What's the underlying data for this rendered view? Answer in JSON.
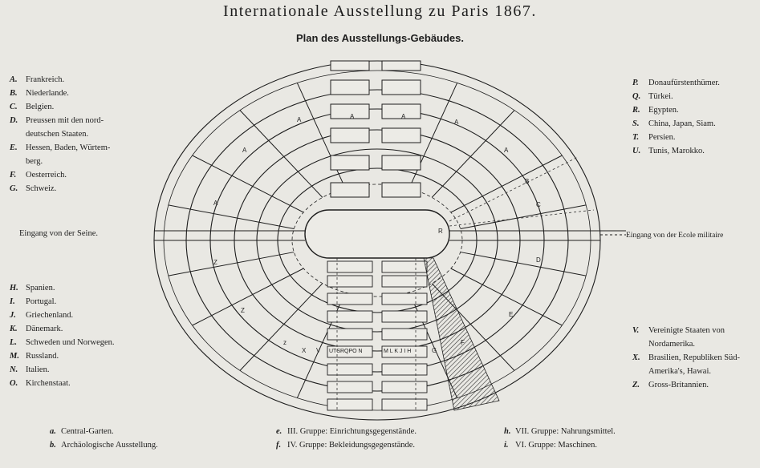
{
  "title": "Internationale Ausstellung zu Paris 1867.",
  "subtitle": "Plan des Ausstellungs-Gebäudes.",
  "legend_left_top": [
    {
      "key": "A.",
      "text": "Frankreich."
    },
    {
      "key": "B.",
      "text": "Niederlande."
    },
    {
      "key": "C.",
      "text": "Belgien."
    },
    {
      "key": "D.",
      "text": "Preussen mit den nord-"
    },
    {
      "key": "",
      "text": "deutschen Staaten."
    },
    {
      "key": "E.",
      "text": "Hessen, Baden, Würtem-"
    },
    {
      "key": "",
      "text": "berg."
    },
    {
      "key": "F.",
      "text": "Oesterreich."
    },
    {
      "key": "G.",
      "text": "Schweiz."
    }
  ],
  "legend_left_bottom": [
    {
      "key": "H.",
      "text": "Spanien."
    },
    {
      "key": "I.",
      "text": "Portugal."
    },
    {
      "key": "J.",
      "text": "Griechenland."
    },
    {
      "key": "K.",
      "text": "Dänemark."
    },
    {
      "key": "L.",
      "text": "Schweden und Norwegen."
    },
    {
      "key": "M.",
      "text": "Russland."
    },
    {
      "key": "N.",
      "text": "Italien."
    },
    {
      "key": "O.",
      "text": "Kirchenstaat."
    }
  ],
  "legend_right_top": [
    {
      "key": "P.",
      "text": "Donaufürstenthümer."
    },
    {
      "key": "Q.",
      "text": "Türkei."
    },
    {
      "key": "R.",
      "text": "Egypten."
    },
    {
      "key": "S.",
      "text": "China, Japan, Siam."
    },
    {
      "key": "T.",
      "text": "Persien."
    },
    {
      "key": "U.",
      "text": "Tunis, Marokko."
    }
  ],
  "legend_right_bottom": [
    {
      "key": "V.",
      "text": "Vereinigte Staaten von"
    },
    {
      "key": "",
      "text": "Nordamerika."
    },
    {
      "key": "X.",
      "text": "Brasilien, Republiken Süd-"
    },
    {
      "key": "",
      "text": "Amerika's, Hawai."
    },
    {
      "key": "Z.",
      "text": "Gross-Britannien."
    }
  ],
  "entrances": {
    "left": "Eingang von der Seine.",
    "right": "Eingang von der Ecole militaire"
  },
  "bottom_notes": [
    {
      "key": "a.",
      "text": "Central-Garten."
    },
    {
      "key": "b.",
      "text": "Archäologische Ausstellung."
    },
    {
      "key": "e.",
      "text": "III. Gruppe: Einrichtungsgegenstände."
    },
    {
      "key": "f.",
      "text": "IV. Gruppe: Bekleidungsgegenstände."
    },
    {
      "key": "h.",
      "text": "VII. Gruppe: Nahrungsmittel."
    },
    {
      "key": "i.",
      "text": "VI. Gruppe: Maschinen."
    }
  ],
  "plan_labels": {
    "a": "A",
    "b": "B",
    "c": "C",
    "d": "D",
    "e": "E",
    "f": "F",
    "z": "Z",
    "r": "R",
    "x": "X",
    "v": "V",
    "g": "G",
    "z_small": "z",
    "center_left_group": "UTSRQPO N",
    "center_right_group": "M L K J I H"
  }
}
